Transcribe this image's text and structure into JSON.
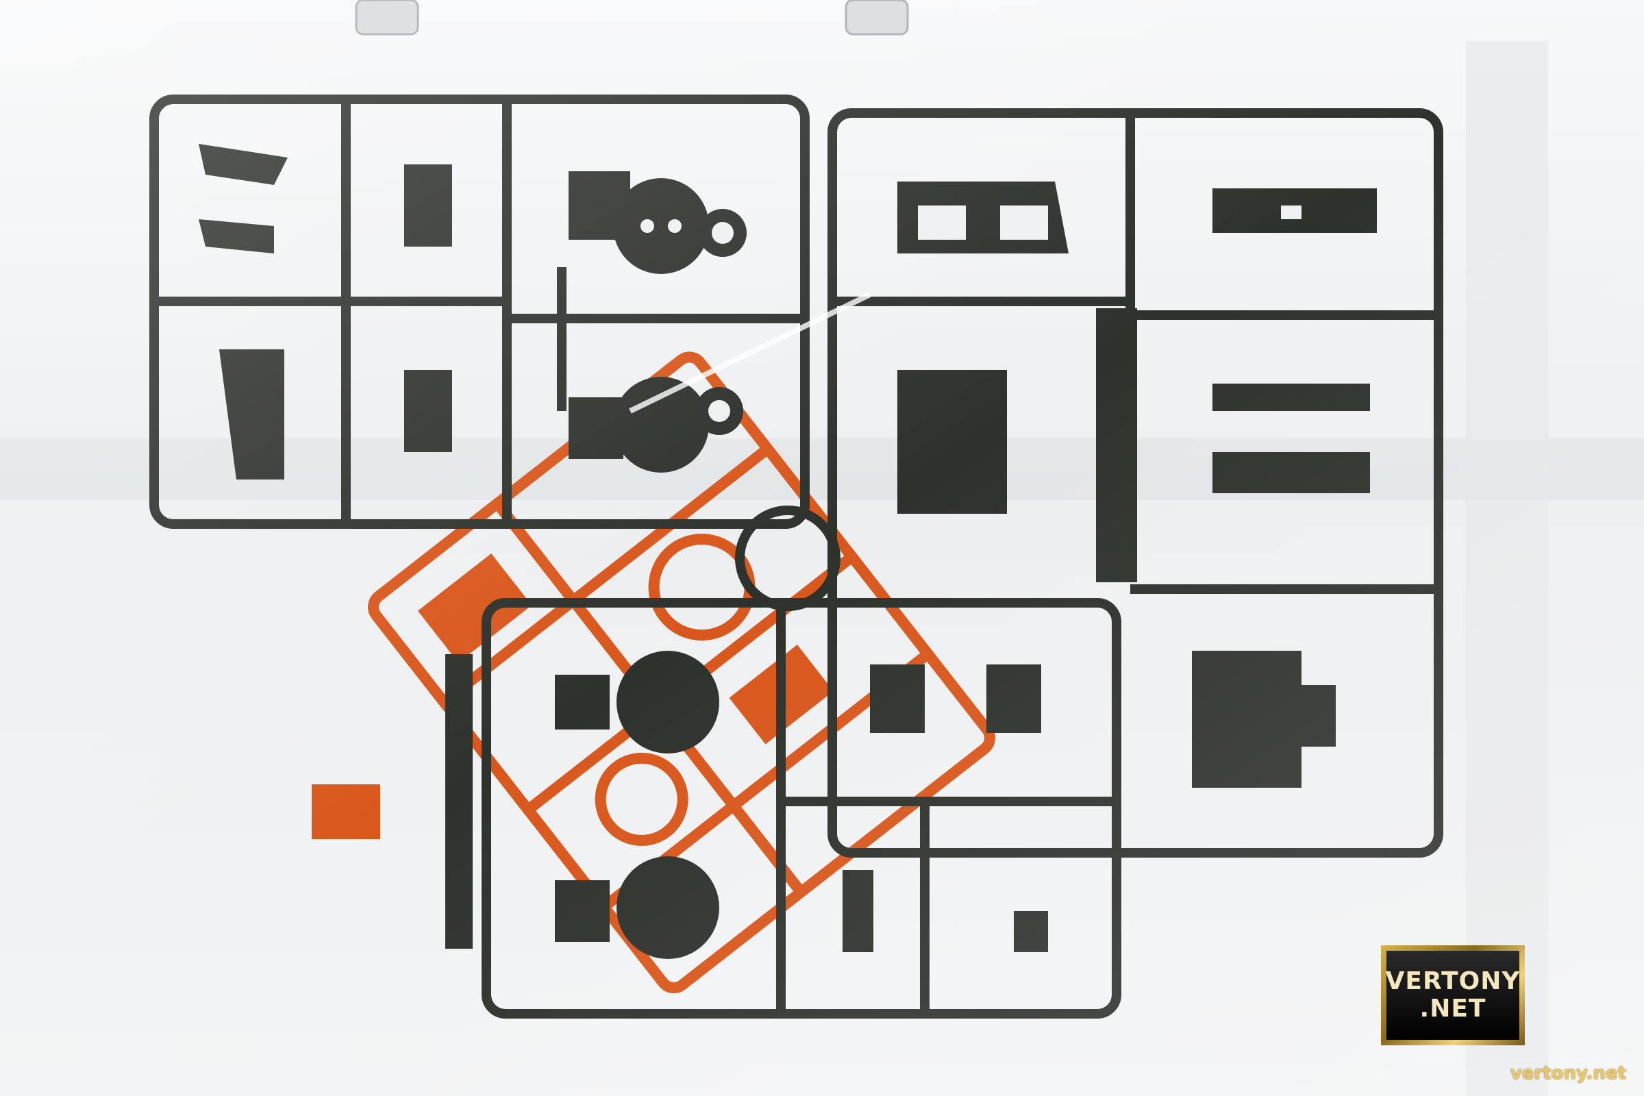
{
  "scene": {
    "subject": "plastic-model-runners-in-clear-bag",
    "colors": {
      "runner_dark": "#2e322c",
      "runner_orange": "#d9571c",
      "bag_bg": "#eef0f1"
    }
  },
  "logo": {
    "line1": "VERTONY",
    "line2": ".NET"
  },
  "watermark": {
    "text": "vertony.net"
  }
}
